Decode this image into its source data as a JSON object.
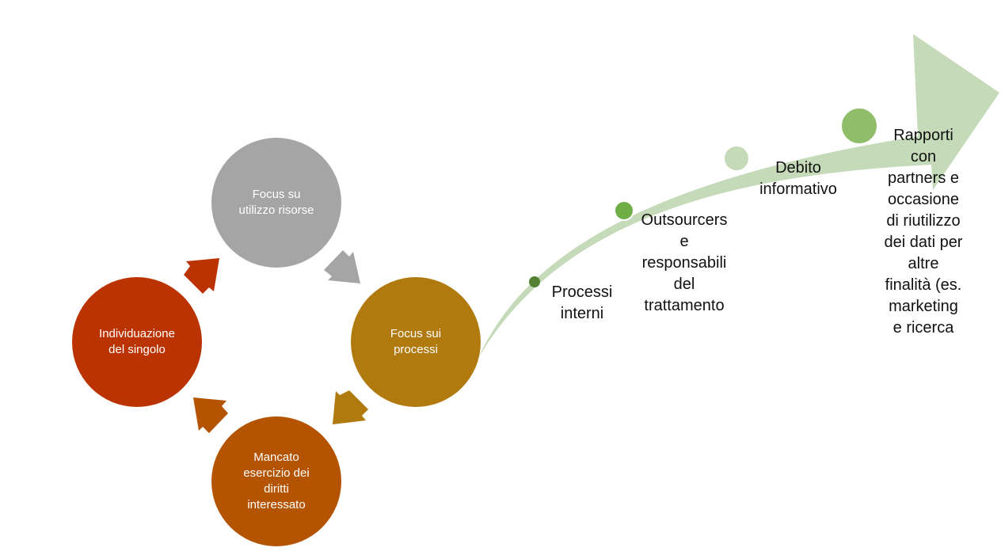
{
  "colors": {
    "grey": "#a5a5a5",
    "gold": "#b07a0f",
    "red": "#bb3300",
    "orange": "#b45300",
    "arrow_green": "#c5dab8",
    "dot_dark": "#548235",
    "dot_mid": "#70ad47",
    "dot_light": "#8fbd6a"
  },
  "cycle": {
    "focus_risorse": "Focus su\nutilizzo risorse",
    "focus_processi": "Focus sui\nprocessi",
    "mancato_esercizio": "Mancato\nesercizio dei\ndiritti\ninteressato",
    "individuazione": "Individuazione\ndel singolo"
  },
  "timeline": {
    "step1": "Processi\ninterni",
    "step2": "Outsourcers\ne\nresponsabili\ndel\ntrattamento",
    "step3": "Debito\ninformativo",
    "step4": "Rapporti\ncon\npartners e\noccasione\ndi riutilizzo\ndei dati per\naltre\nfinalità (es.\nmarketing\ne ricerca"
  }
}
